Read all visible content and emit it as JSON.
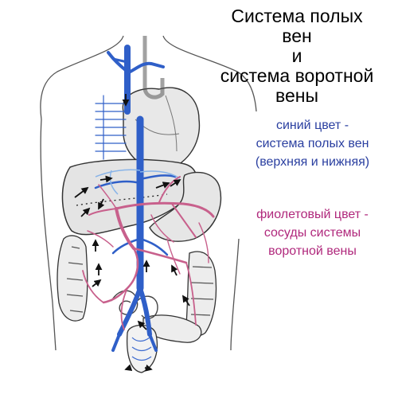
{
  "title": {
    "lines": [
      "Система полых",
      "вен",
      "и",
      "система воротной",
      "вены"
    ]
  },
  "legend": [
    {
      "lines": [
        "синий цвет -",
        "система полых вен",
        "(верхняя и нижняя)"
      ],
      "color": "#2a3fa0"
    },
    {
      "lines": [
        "фиолетовый цвет -",
        "сосуды системы",
        "воротной вены"
      ],
      "color": "#b0287c"
    }
  ],
  "colors": {
    "vena_cava": "#2f5fc8",
    "portal": "#c8608c",
    "outline": "#333333",
    "organ_fill": "#eaeaea"
  }
}
